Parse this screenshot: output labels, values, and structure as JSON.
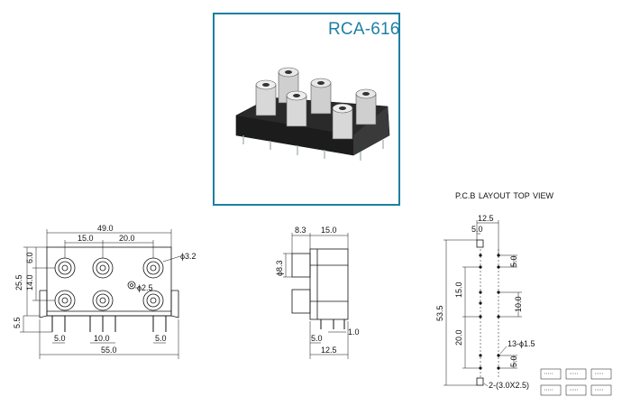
{
  "product": {
    "title": "RCA-616"
  },
  "pcb_heading": "P.C.B LAYOUT   TOP VIEW",
  "front_view": {
    "dim_overall_top": "49.0",
    "dim_left_pitch": "15.0",
    "dim_right_pitch": "20.0",
    "dim_hole_dia": "ϕ3.2",
    "dim_boss_dia": "ϕ2.5",
    "dim_left_height": "25.5",
    "dim_top_offset": "6.0",
    "dim_row_pitch": "14.0",
    "dim_pin_length": "5.5",
    "dim_pin_left": "5.0",
    "dim_pin_mid": "10.0",
    "dim_pin_right": "5.0",
    "dim_overall_bottom": "55.0"
  },
  "side_view": {
    "dim_top_left": "8.3",
    "dim_top_right": "15.0",
    "dim_jack_dia": "ϕ8.3",
    "dim_bottom_left": "5.0",
    "dim_bottom_pin": "1.0",
    "dim_bottom_overall": "12.5"
  },
  "pcb_layout": {
    "dim_width": "12.5",
    "dim_offset": "5.0",
    "dim_upper_spacing": "5.0",
    "dim_upper_group": "15.0",
    "dim_mid_spacing": "10.0",
    "dim_total": "53.5",
    "dim_lower_group": "20.0",
    "dim_lower_spacing": "5.0",
    "hole_callout": "13-ϕ1.5",
    "slot_callout": "2-(3.0X2.5)"
  }
}
